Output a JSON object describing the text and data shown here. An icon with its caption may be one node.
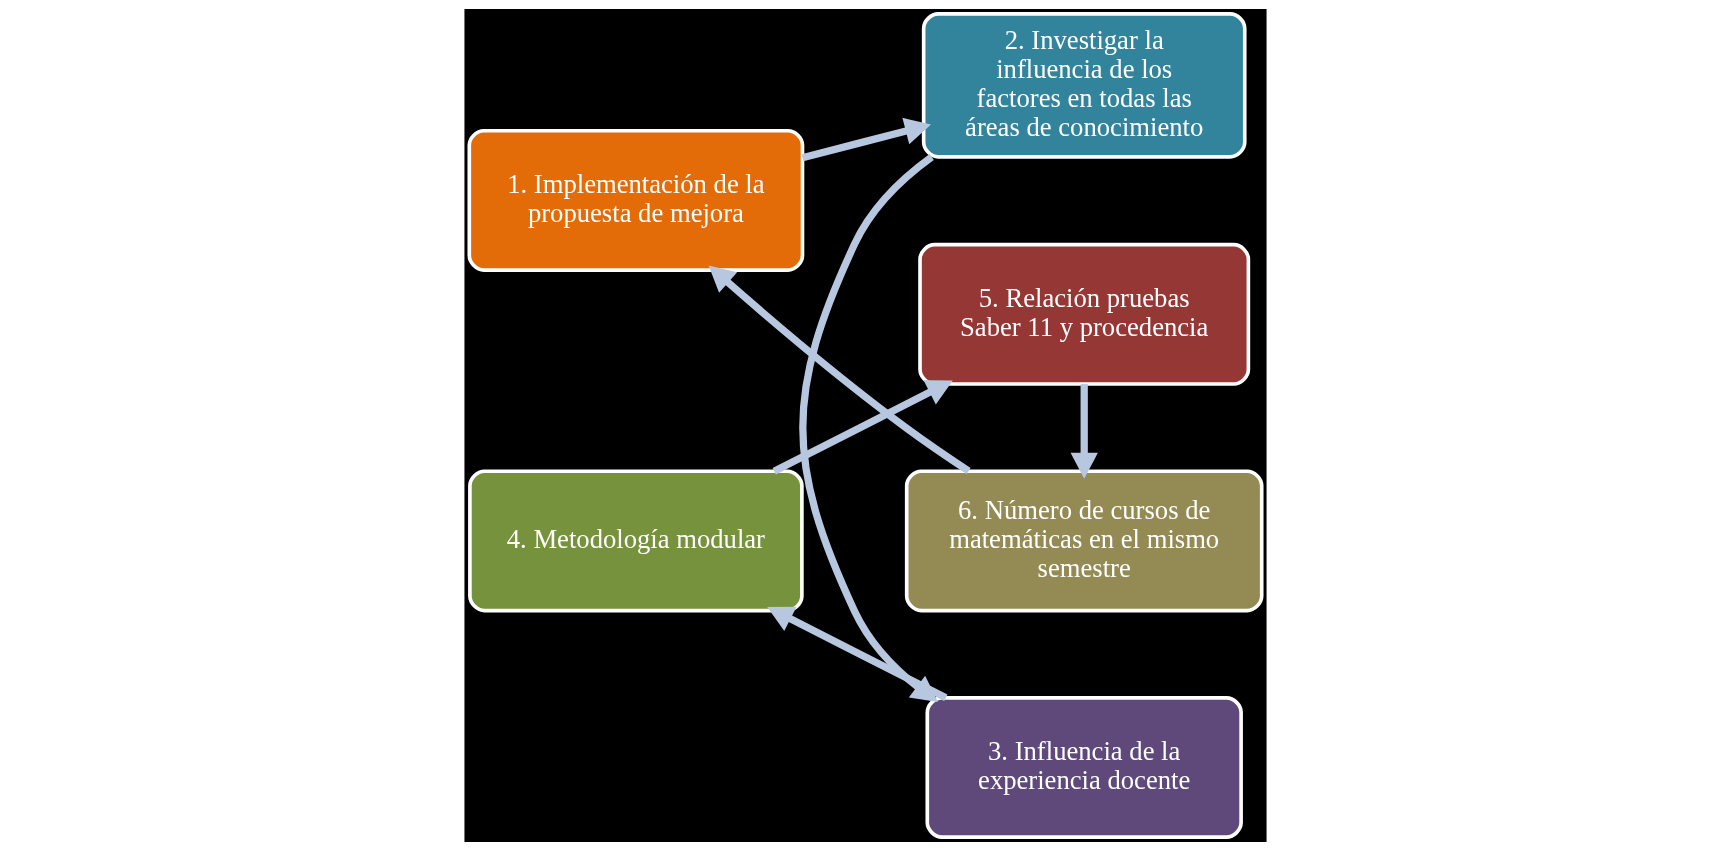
{
  "diagram": {
    "nodes": [
      {
        "text": [
          "1. Implementación de la propuesta de mejora"
        ]
      },
      {
        "text": [
          "2. Investigar la influencia de los factores en todas las áreas de conocimiento"
        ]
      },
      {
        "text": [
          "3. Influencia de la experiencia docente"
        ]
      },
      {
        "text": [
          "4. Metodología modular"
        ]
      },
      {
        "text": [
          "5. Relación pruebas Saber 11 y procedencia"
        ]
      },
      {
        "text": [
          "6. Número de cursos de matemáticas en el mismo semestre"
        ]
      }
    ],
    "edges": [
      {
        "from": 5,
        "to": 0,
        "arrow": "to"
      },
      {
        "from": 0,
        "to": 1,
        "arrow": "to"
      },
      {
        "from": 1,
        "to": 2,
        "arrow": "to"
      },
      {
        "from": 2,
        "to": 3,
        "arrow": "to"
      },
      {
        "from": 3,
        "to": 4,
        "arrow": "to"
      },
      {
        "from": 4,
        "to": 5,
        "arrow": "to"
      }
    ]
  }
}
